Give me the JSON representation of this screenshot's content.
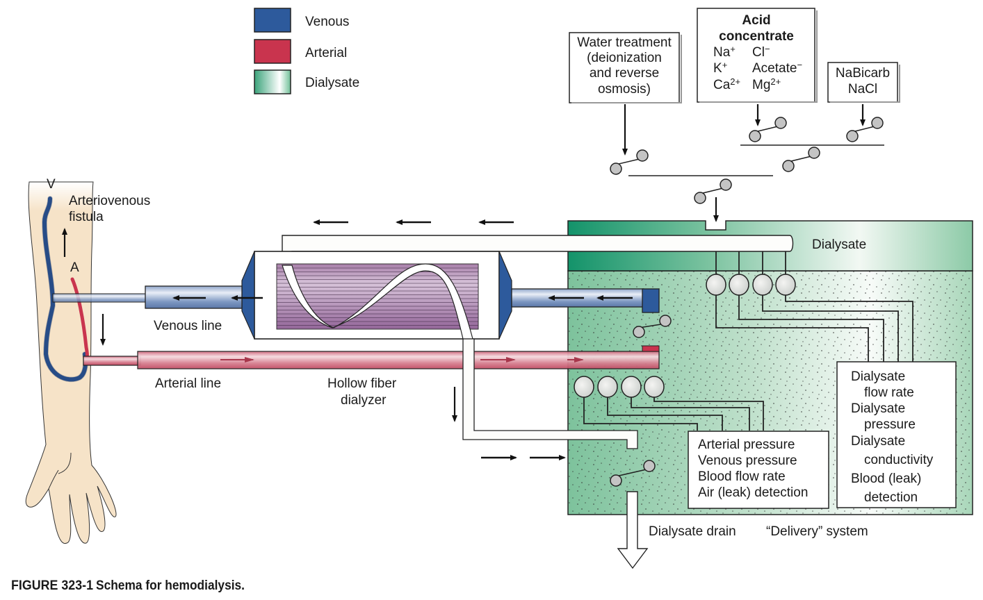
{
  "legend": [
    {
      "key": "venous",
      "label": "Venous",
      "color": "#2d5a9c"
    },
    {
      "key": "arterial",
      "label": "Arterial",
      "color": "#c9344e"
    },
    {
      "key": "dialysate",
      "label": "Dialysate",
      "color": "#3aa37a"
    }
  ],
  "arm": {
    "label_v": "V",
    "label_a": "A",
    "fistula_label_1": "Arteriovenous",
    "fistula_label_2": "fistula",
    "skin_color": "#f6e3c8"
  },
  "lines": {
    "venous_line": "Venous line",
    "arterial_line": "Arterial line"
  },
  "dialyzer": {
    "label_1": "Hollow fiber",
    "label_2": "dialyzer"
  },
  "sources": {
    "water": [
      "Water treatment",
      "(deionization",
      "and reverse",
      "osmosis)"
    ],
    "acid": {
      "title_1": "Acid",
      "title_2": "concentrate",
      "ions": [
        [
          "Na",
          "+",
          "Cl",
          "−"
        ],
        [
          "K",
          "+",
          "Acetate",
          "−"
        ],
        [
          "Ca",
          "2+",
          "Mg",
          "2+"
        ]
      ]
    },
    "bicarb": [
      "NaBicarb",
      "NaCl"
    ]
  },
  "delivery": {
    "dialysate_label": "Dialysate",
    "blood_monitors": [
      "Arterial pressure",
      "Venous pressure",
      "Blood flow rate",
      "Air (leak) detection"
    ],
    "dialysate_monitors": [
      "Dialysate",
      "flow rate",
      "Dialysate",
      "pressure",
      "Dialysate",
      "conductivity",
      "Blood (leak)",
      "detection"
    ],
    "drain_label": "Dialysate drain",
    "system_label": "“Delivery” system"
  },
  "caption": {
    "figure": "FIGURE 323-1",
    "text": "Schema for hemodialysis."
  }
}
